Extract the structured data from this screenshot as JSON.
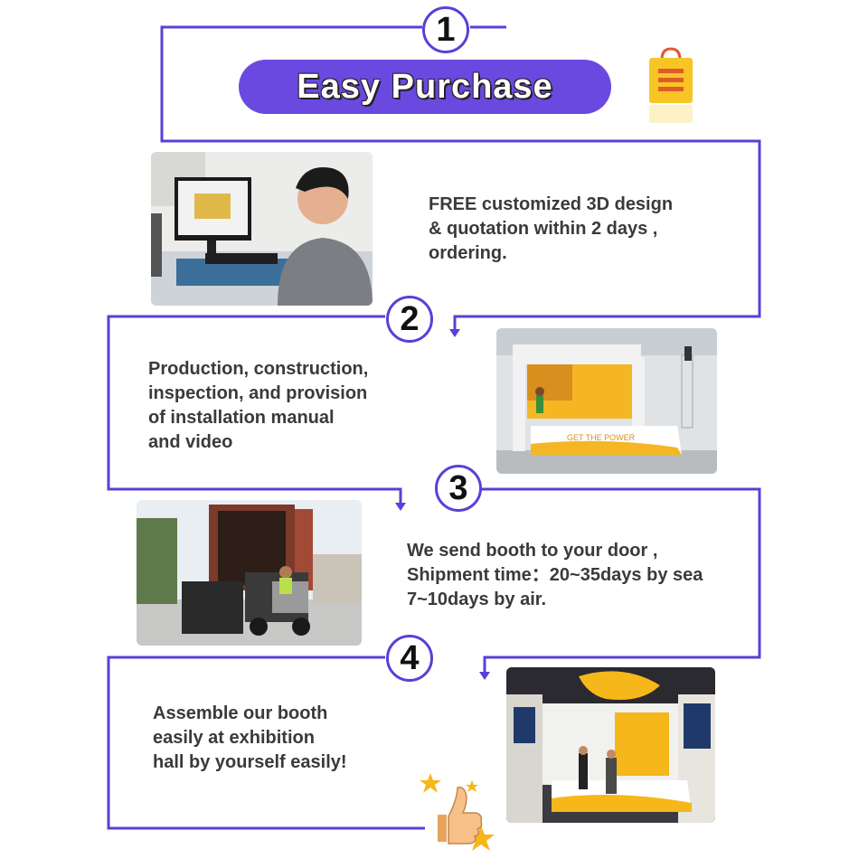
{
  "title": "Easy Purchase",
  "accent_color": "#5b3fd6",
  "steps": [
    {
      "number": "1",
      "lines": [
        "FREE customized 3D design",
        "& quotation within 2 days ,",
        "ordering."
      ],
      "photo": "designer-at-computer"
    },
    {
      "number": "2",
      "lines": [
        "Production, construction,",
        "inspection, and provision",
        "of installation manual",
        "and video"
      ],
      "photo": "booth-construction-workshop",
      "photo_sign": "GET THE POWER"
    },
    {
      "number": "3",
      "lines": [
        "We send booth to your door ,",
        "Shipment time：20~35days by sea",
        "7~10days by air."
      ],
      "photo": "forklift-loading-container"
    },
    {
      "number": "4",
      "lines": [
        "Assemble our booth",
        "easily at exhibition",
        "hall by yourself easily!"
      ],
      "photo": "assembled-booth-exhibition-hall"
    }
  ],
  "icons": [
    "shopping-bag-icon",
    "thumbs-up-stars-icon"
  ]
}
